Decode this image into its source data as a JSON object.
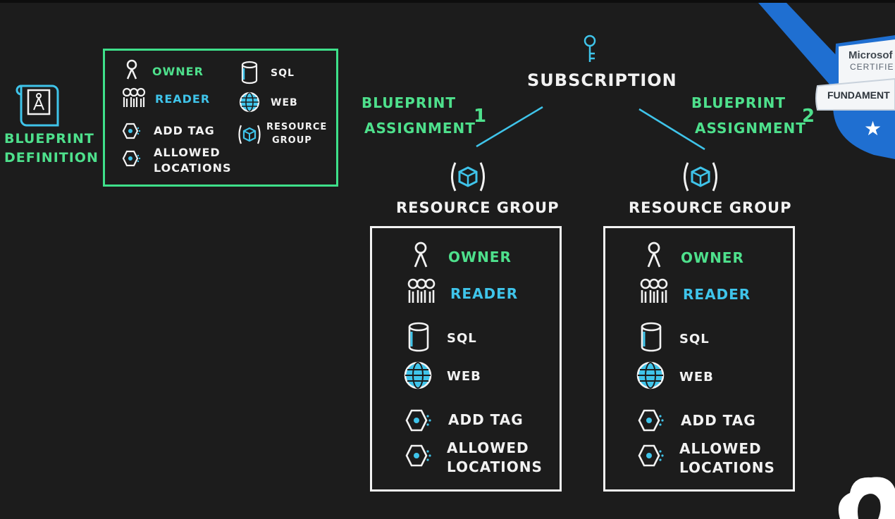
{
  "definition": {
    "label_line1": "BLUEPRINT",
    "label_line2": "DEFINITION",
    "items": {
      "owner": "OWNER",
      "reader": "READER",
      "add_tag": "ADD TAG",
      "allowed_line1": "ALLOWED",
      "allowed_line2": "LOCATIONS",
      "sql": "SQL",
      "web": "WEB",
      "rg_line1": "RESOURCE",
      "rg_line2": "GROUP"
    }
  },
  "subscription": {
    "label": "SUBSCRIPTION"
  },
  "assignments": [
    {
      "line1": "BLUEPRINT",
      "line2": "ASSIGNMENT",
      "number": "1"
    },
    {
      "line1": "BLUEPRINT",
      "line2": "ASSIGNMENT",
      "number": "2"
    }
  ],
  "resource_groups": [
    {
      "title": "RESOURCE GROUP",
      "owner": "OWNER",
      "reader": "READER",
      "sql": "SQL",
      "web": "WEB",
      "add_tag": "ADD TAG",
      "allowed_line1": "ALLOWED",
      "allowed_line2": "LOCATIONS"
    },
    {
      "title": "RESOURCE GROUP",
      "owner": "OWNER",
      "reader": "READER",
      "sql": "SQL",
      "web": "WEB",
      "add_tag": "ADD TAG",
      "allowed_line1": "ALLOWED",
      "allowed_line2": "LOCATIONS"
    }
  ],
  "badge": {
    "line1": "Microsof",
    "line2": "CERTIFIE",
    "line3": "FUNDAMENT"
  },
  "colors": {
    "background": "#1c1c1c",
    "green": "#4ee08c",
    "blue": "#3fc4ea",
    "white": "#f2f2f2",
    "badge_blue": "#1f6fd1"
  }
}
